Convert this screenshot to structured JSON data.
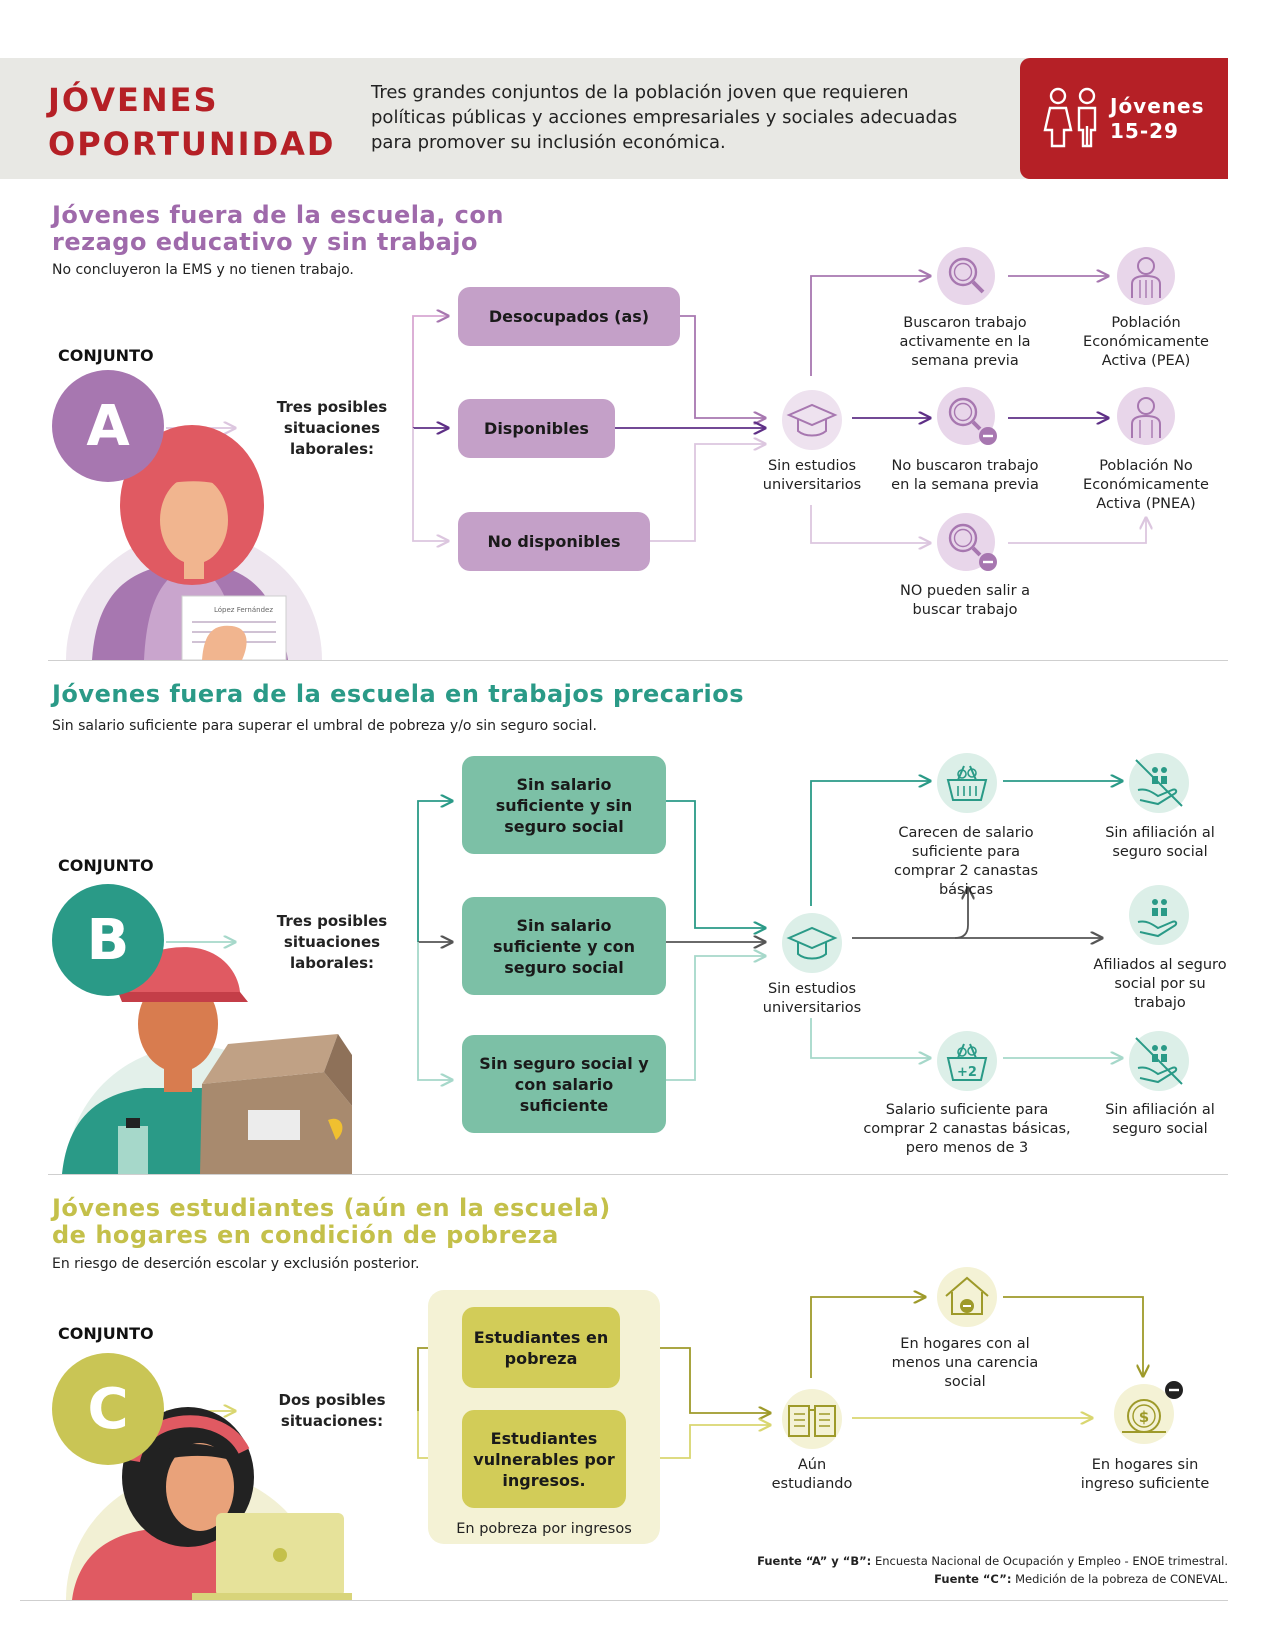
{
  "header": {
    "title_line1": "JÓVENES",
    "title_line2": "OPORTUNIDAD",
    "intro": "Tres grandes conjuntos de la población joven que requieren políticas públicas y acciones empresariales y sociales adecuadas para promover su inclusión económica.",
    "badge_line1": "Jóvenes",
    "badge_line2": "15-29"
  },
  "colors": {
    "brand_red": "#b52026",
    "purple": "#a777b0",
    "purple_box": "#c4a0c8",
    "teal": "#2a9a87",
    "teal_box": "#7cc0a6",
    "olive": "#c9c555",
    "olive_box": "#d2cc58"
  },
  "section_a": {
    "title_line1": "Jóvenes fuera de la escuela, con",
    "title_line2": "rezago educativo y sin trabajo",
    "subtitle": "No concluyeron la EMS y no tienen trabajo.",
    "conjunto": "CONJUNTO",
    "letter": "A",
    "situations": "Tres posibles situaciones laborales:",
    "boxes": [
      "Desocupados (as)",
      "Disponibles",
      "No disponibles"
    ],
    "hub": "Sin estudios universitarios",
    "outcomes": [
      "Buscaron trabajo activamente en la semana previa",
      "No buscaron trabajo en la semana previa",
      "NO pueden salir a buscar trabajo"
    ],
    "populations": [
      "Población Económicamente Activa (PEA)",
      "Población No Económicamente Activa (PNEA)"
    ],
    "illustration_text": "López Fernández"
  },
  "section_b": {
    "title": "Jóvenes fuera de la escuela en trabajos precarios",
    "subtitle": "Sin salario suficiente para superar el umbral de pobreza y/o sin seguro social.",
    "conjunto": "CONJUNTO",
    "letter": "B",
    "situations": "Tres posibles situaciones laborales:",
    "boxes": [
      "Sin salario suficiente y sin seguro social",
      "Sin salario suficiente y con seguro social",
      "Sin seguro social y con salario suficiente"
    ],
    "hub": "Sin estudios universitarios",
    "outcomes": [
      "Carecen de salario suficiente para comprar 2 canastas básicas",
      "Salario suficiente para comprar 2 canastas básicas, pero menos de 3"
    ],
    "basket_badge": "+2",
    "affiliation": [
      "Sin afiliación al seguro social",
      "Afiliados al seguro social por su trabajo",
      "Sin afiliación al seguro social"
    ]
  },
  "section_c": {
    "title_line1": "Jóvenes estudiantes (aún en la escuela)",
    "title_line2": "de hogares en condición de pobreza",
    "subtitle": "En riesgo de deserción escolar y exclusión posterior.",
    "conjunto": "CONJUNTO",
    "letter": "C",
    "situations": "Dos posibles situaciones:",
    "boxes": [
      "Estudiantes en pobreza",
      "Estudiantes vulnerables por ingresos."
    ],
    "group_label": "En pobreza por ingresos",
    "hub": "Aún estudiando",
    "outcomes": [
      "En hogares con al menos una carencia social",
      "En hogares sin ingreso suficiente"
    ],
    "dollar": "$"
  },
  "sources": {
    "line1_bold": "Fuente “A” y “B”:",
    "line1": " Encuesta Nacional de Ocupación y Empleo - ENOE trimestral.",
    "line2_bold": "Fuente “C”:",
    "line2": " Medición de la pobreza de CONEVAL."
  }
}
